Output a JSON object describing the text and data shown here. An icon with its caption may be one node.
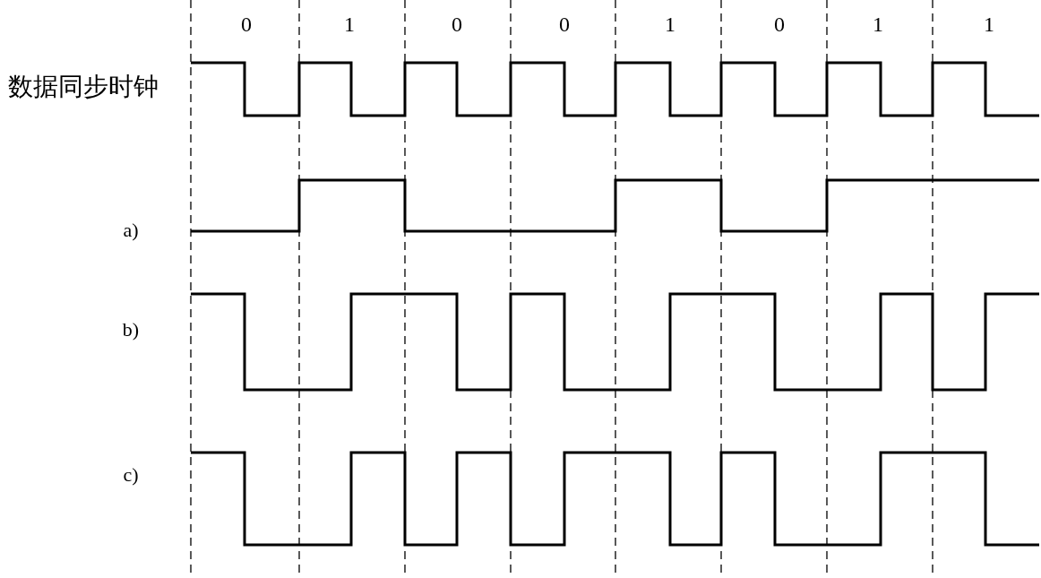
{
  "diagram": {
    "labels": [
      "0",
      "1",
      "0",
      "0",
      "1",
      "0",
      "1",
      "1",
      "数据同步时钟",
      "a)",
      "b)",
      "c)"
    ]
  }
}
